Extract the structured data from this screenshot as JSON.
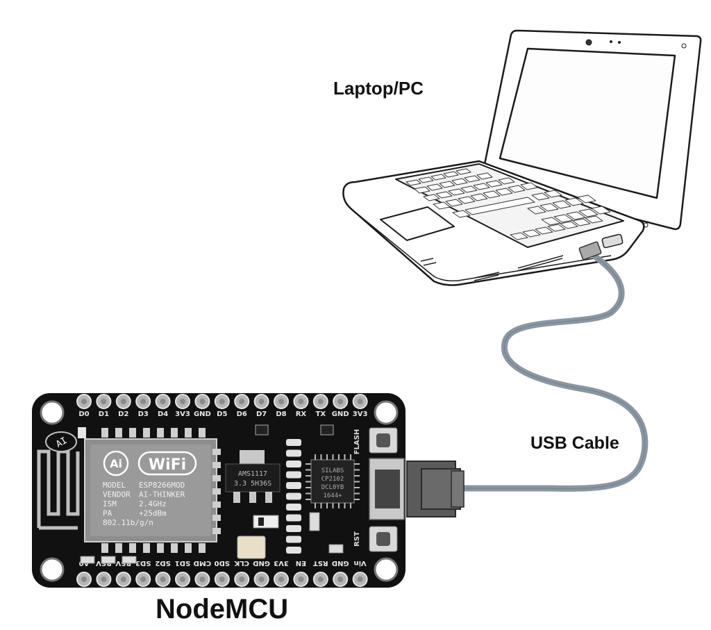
{
  "labels": {
    "laptop": "Laptop/PC",
    "cable": "USB Cable",
    "board": "NodeMCU"
  },
  "board": {
    "top_pins": [
      "D0",
      "D1",
      "D2",
      "D3",
      "D4",
      "3V3",
      "GND",
      "D5",
      "D6",
      "D7",
      "D8",
      "RX",
      "TX",
      "GND",
      "3V3"
    ],
    "bottom_pins": [
      "A0",
      "RSV",
      "RSV",
      "SD3",
      "SD2",
      "SD1",
      "CMD",
      "SD0",
      "CLK",
      "GND",
      "3V3",
      "EN",
      "RST",
      "GND",
      "Vin"
    ],
    "antenna_text": "AI",
    "module_logo": "WiFi",
    "module_lines": [
      [
        "MODEL",
        "ESP8266MOD"
      ],
      [
        "VENDOR",
        "AI-THINKER"
      ],
      [
        "ISM",
        "2.4GHz"
      ],
      [
        "PA",
        "+25dBm"
      ],
      [
        "802.11b/g/n",
        ""
      ]
    ],
    "regulator_lines": [
      "AMS1117",
      "3.3 5H36S"
    ],
    "usb_chip_lines": [
      "SILABS",
      "CP2102",
      "DCL0YB",
      "1644+"
    ],
    "flash_label": "FLASH",
    "rst_label": "RST"
  },
  "colors": {
    "pcb": "#111111",
    "pin": "#c9c9c9",
    "cable": "#8a96a3",
    "connector": "#5a5a5a",
    "ink": "#111111"
  }
}
